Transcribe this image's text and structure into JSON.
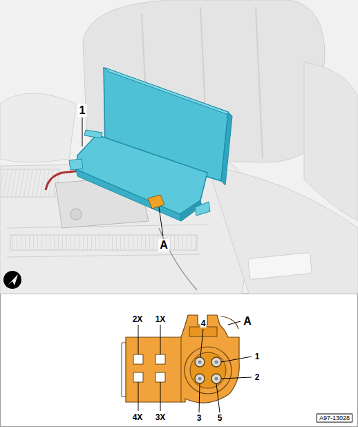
{
  "diagram": {
    "labels": [
      "1",
      "A",
      "2X",
      "1X",
      "4",
      "A",
      "1",
      "2",
      "4X",
      "3X",
      "3",
      "5",
      "A97-13028"
    ]
  }
}
